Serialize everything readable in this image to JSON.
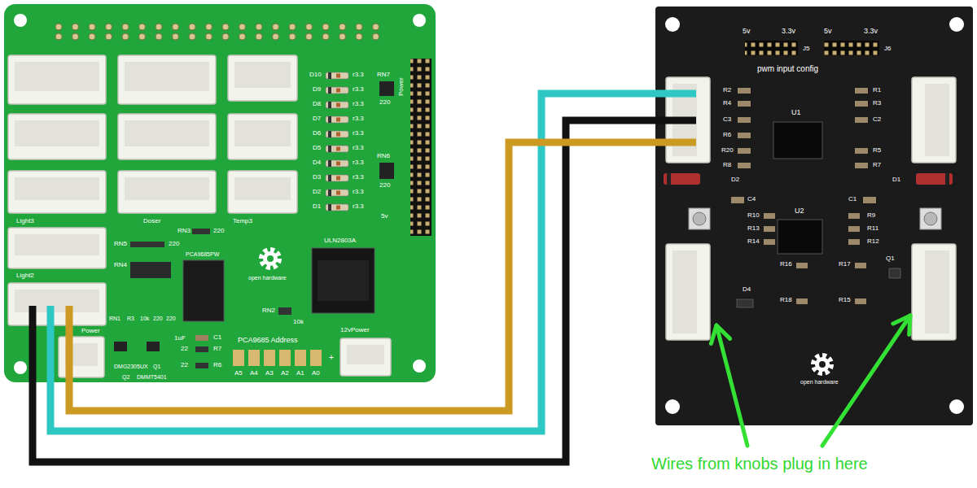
{
  "diagram": {
    "nodes": [
      {
        "text": [
          "open hardware"
        ]
      },
      {
        "text": [
          "open hardware"
        ]
      }
    ],
    "edges": [
      {
        "from": 0,
        "to": 1,
        "arrow": "none"
      },
      {
        "from": 0,
        "to": 1,
        "arrow": "none"
      },
      {
        "from": 0,
        "to": 1,
        "arrow": "none"
      }
    ],
    "labels": [
      "D10",
      "D9",
      "D8",
      "D7",
      "D6",
      "D5",
      "D4",
      "D3",
      "D2",
      "D1",
      "r3.3",
      "r3.3",
      "r3.3",
      "r3.3",
      "r3.3",
      "r3.3",
      "r3.3",
      "r3.3",
      "r3.3",
      "r3.3",
      "RN7",
      "220",
      "RN6",
      "220",
      "Power",
      "5v",
      "Light3",
      "Doser",
      "Temp3",
      "Light2",
      "Power",
      "RN5",
      "220",
      "RN3",
      "220",
      "PCA9685PW",
      "RN4",
      "RN1",
      "R3",
      "10k",
      "220",
      "220",
      "ULN2803A",
      "RN2",
      "10k",
      "C1",
      "1uF",
      "R7",
      "22",
      "R6",
      "22",
      "DMG2305UX",
      "Q1",
      "Q2",
      "DMMT5401",
      "PCA9685 Address",
      "A5",
      "A4",
      "A3",
      "A2",
      "A1",
      "A0",
      "+",
      "12vPower",
      "5v",
      "3.3v",
      "J5",
      "5v",
      "3.3v",
      "J6",
      "pwm input config",
      "R2",
      "R4",
      "C3",
      "R6",
      "R20",
      "R8",
      "U1",
      "R1",
      "R3",
      "C2",
      "R5",
      "R7",
      "D2",
      "D1",
      "C4",
      "C1",
      "R10",
      "R13",
      "R14",
      "R9",
      "R11",
      "R12",
      "U2",
      "R16",
      "R17",
      "R18",
      "R15",
      "D4",
      "Q1",
      "Wires from knobs plug in here"
    ]
  }
}
